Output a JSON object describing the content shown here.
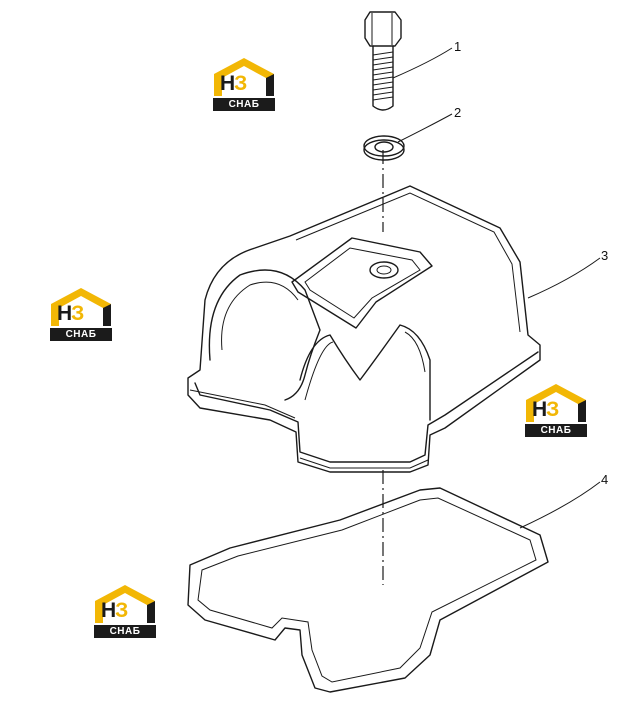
{
  "callouts": [
    {
      "id": "1",
      "label": "1"
    },
    {
      "id": "2",
      "label": "2"
    },
    {
      "id": "3",
      "label": "3"
    },
    {
      "id": "4",
      "label": "4"
    }
  ],
  "watermark": {
    "brand_a": "Н",
    "brand_b": "З",
    "brand_sub": "СНАБ",
    "accent_color": "#f2b705",
    "dark_color": "#1b1b1b"
  },
  "parts": [
    {
      "callout": "1",
      "icon": "bolt-icon"
    },
    {
      "callout": "2",
      "icon": "washer-icon"
    },
    {
      "callout": "3",
      "icon": "valve-cover-icon"
    },
    {
      "callout": "4",
      "icon": "gasket-icon"
    }
  ]
}
